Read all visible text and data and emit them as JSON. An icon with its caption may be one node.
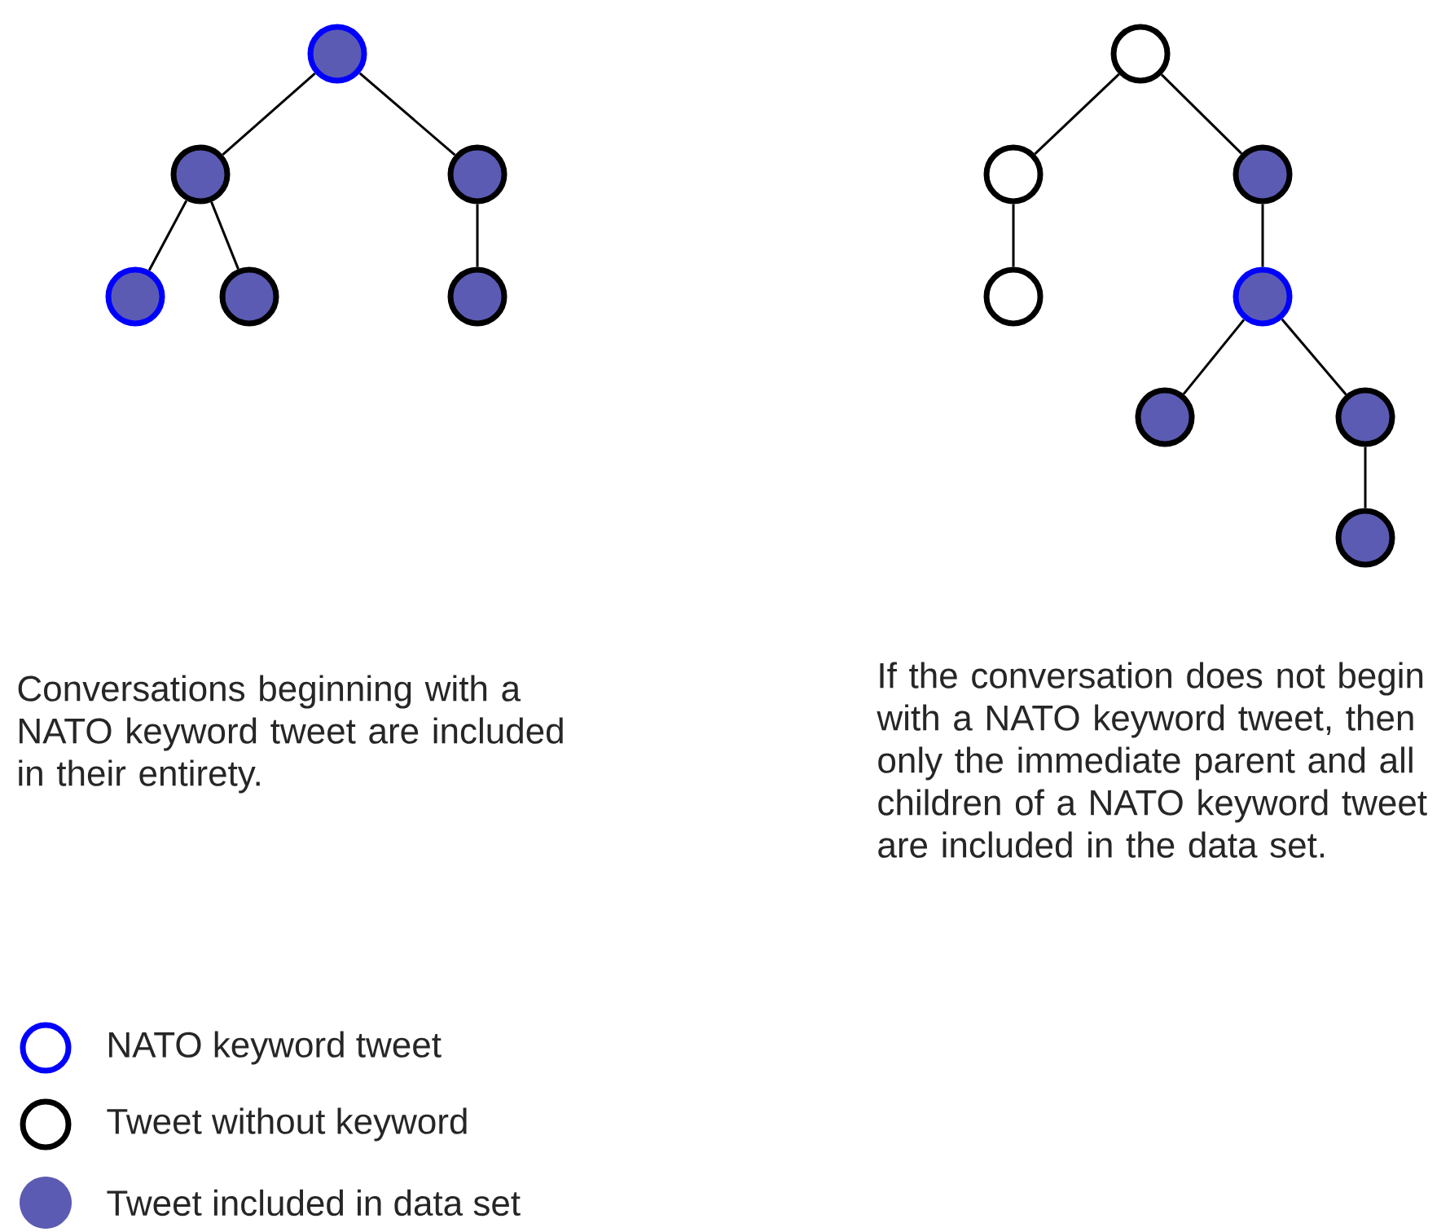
{
  "diagram": {
    "nodes": [
      {
        "text": [],
        "shape": "circle"
      },
      {
        "text": [],
        "shape": "circle"
      },
      {
        "text": [],
        "shape": "circle"
      },
      {
        "text": [],
        "shape": "circle"
      },
      {
        "text": [],
        "shape": "circle"
      },
      {
        "text": [],
        "shape": "circle"
      },
      {
        "text": [],
        "shape": "circle"
      },
      {
        "text": [],
        "shape": "circle"
      },
      {
        "text": [],
        "shape": "circle"
      },
      {
        "text": [],
        "shape": "circle"
      },
      {
        "text": [],
        "shape": "circle"
      },
      {
        "text": [],
        "shape": "circle"
      },
      {
        "text": [],
        "shape": "circle"
      },
      {
        "text": [],
        "shape": "circle"
      }
    ],
    "edges": [
      {
        "from": 0,
        "to": 1,
        "arrow": "none"
      },
      {
        "from": 0,
        "to": 2,
        "arrow": "none"
      },
      {
        "from": 1,
        "to": 3,
        "arrow": "none"
      },
      {
        "from": 1,
        "to": 4,
        "arrow": "none"
      },
      {
        "from": 2,
        "to": 5,
        "arrow": "none"
      },
      {
        "from": 6,
        "to": 7,
        "arrow": "none"
      },
      {
        "from": 6,
        "to": 8,
        "arrow": "none"
      },
      {
        "from": 7,
        "to": 9,
        "arrow": "none"
      },
      {
        "from": 8,
        "to": 10,
        "arrow": "none"
      },
      {
        "from": 10,
        "to": 11,
        "arrow": "none"
      },
      {
        "from": 10,
        "to": 12,
        "arrow": "none"
      },
      {
        "from": 12,
        "to": 13,
        "arrow": "none"
      }
    ],
    "labels": [
      "Conversations beginning with a NATO keyword tweet are included in their entirety.",
      "If the conversation does not begin with a NATO keyword tweet, then only the immediate parent and all children of a NATO keyword tweet are included in the data set."
    ],
    "legend": [
      {
        "text": "NATO keyword tweet"
      },
      {
        "text": "Tweet without keyword"
      },
      {
        "text": "Tweet included in data set",
        "color": "#5b5bb3"
      }
    ]
  }
}
